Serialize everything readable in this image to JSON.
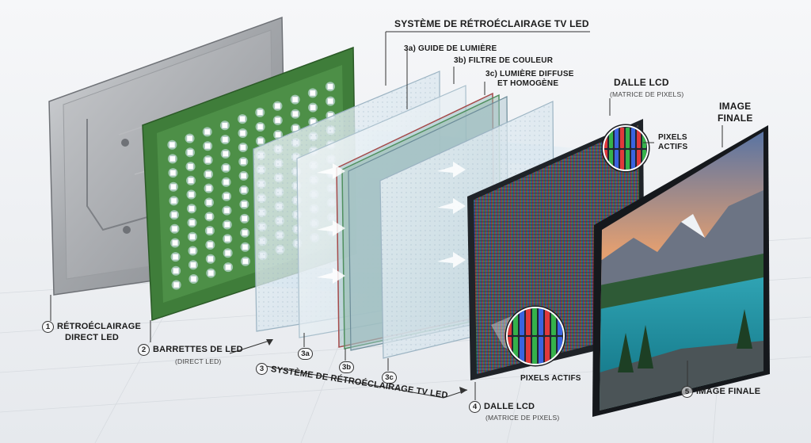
{
  "diagram": {
    "title": "SYSTÈME DE RÉTROÉCLAIRAGE TV LED",
    "top_labels": {
      "guide": "3a) GUIDE DE LUMIÈRE",
      "filtre": "3b) FILTRE DE COULEUR",
      "diffuse_1": "3c) LUMIÈRE DIFFUSE",
      "diffuse_2": "ET HOMOGÈNE",
      "dalle_title": "DALLE LCD",
      "dalle_sub": "(MATRICE DE PIXELS)",
      "image_1": "IMAGE",
      "image_2": "FINALE",
      "pixels_1": "PIXELS",
      "pixels_2": "ACTIFS"
    },
    "bottom_labels": {
      "n1": "1",
      "l1_line1": "RÉTROÉCLAIRAGE",
      "l1_line2": "DIRECT LED",
      "n2": "2",
      "l2": "BARRETTES DE LED",
      "l2_sub": "(DIRECT LED)",
      "n3": "3",
      "l3": "SYSTÈME DE RÉTROÉCLAIRAGE TV LED",
      "tag_3a": "3a",
      "tag_3b": "3b",
      "tag_3c": "3c",
      "pixels": "PIXELS ACTIFS",
      "n4": "4",
      "l4": "DALLE LCD",
      "l4_sub": "(MATRICE DE PIXELS)",
      "n5": "5",
      "l5": "IMAGE FINALE"
    },
    "colors": {
      "backplate": "#a9acb0",
      "pcb": "#3f7d3a",
      "led": "#ffffff",
      "glow": "#7fc3ee",
      "panel_frame": "#1f2328"
    }
  }
}
